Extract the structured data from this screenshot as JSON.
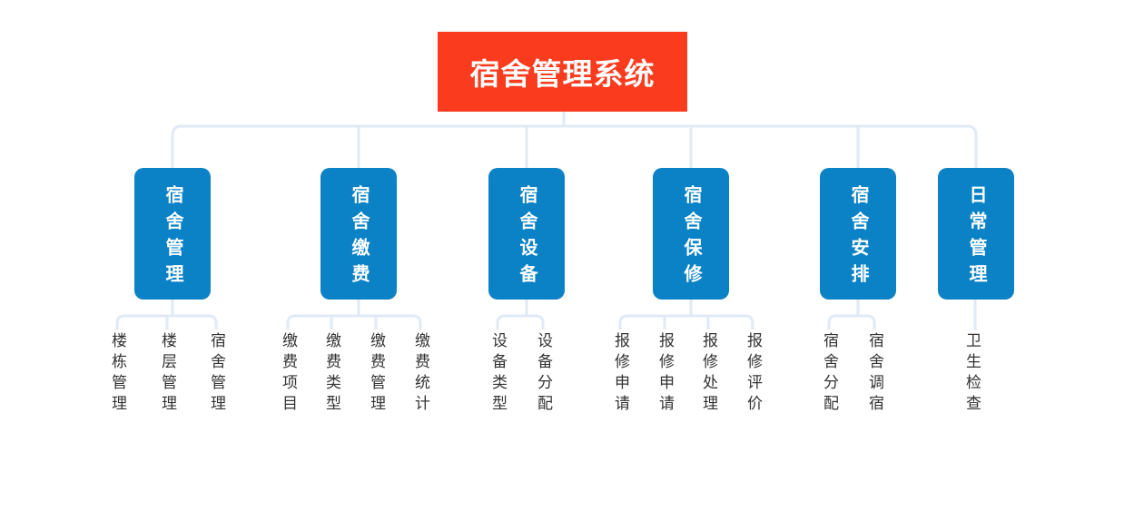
{
  "root": {
    "label": "宿舍管理系统"
  },
  "colors": {
    "root_bg": "#fa3b1d",
    "branch_bg": "#0c82c6",
    "connector": "#e0eaf5",
    "leaf_text": "#333333"
  },
  "branches": [
    {
      "label": "宿舍管理",
      "children": [
        "楼栋管理",
        "楼层管理",
        "宿舍管理"
      ]
    },
    {
      "label": "宿舍缴费",
      "children": [
        "缴费项目",
        "缴费类型",
        "缴费管理",
        "缴费统计"
      ]
    },
    {
      "label": "宿舍设备",
      "children": [
        "设备类型",
        "设备分配"
      ]
    },
    {
      "label": "宿舍保修",
      "children": [
        "报修申请",
        "报修申请",
        "报修处理",
        "报修评价"
      ]
    },
    {
      "label": "宿舍安排",
      "children": [
        "宿舍分配",
        "宿舍调宿"
      ]
    },
    {
      "label": "日常管理",
      "children": [
        "卫生检查"
      ]
    }
  ]
}
